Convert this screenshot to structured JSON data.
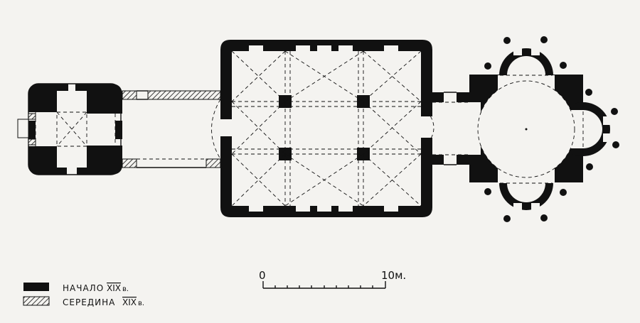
{
  "legend": {
    "items": [
      {
        "label": "НАЧАЛО",
        "century": "XIX",
        "suffix": "в."
      },
      {
        "label": "СЕРЕДИНА",
        "century": "XIX",
        "suffix": "в."
      }
    ]
  },
  "scale_bar": {
    "start_label": "0",
    "end_label": "10м."
  },
  "colors": {
    "ink": "#111111",
    "paper": "#f4f3f0"
  }
}
